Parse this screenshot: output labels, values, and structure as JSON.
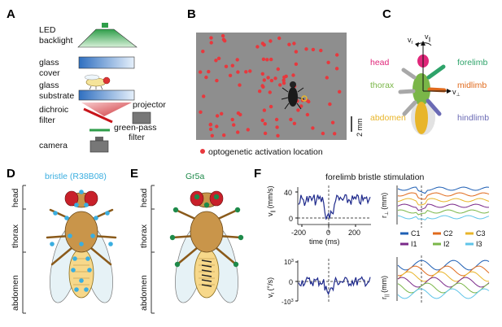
{
  "panels": {
    "A": {
      "letter": "A",
      "labels": {
        "led": "LED",
        "backlight": "backlight",
        "glass_cover_1": "glass",
        "glass_cover_2": "cover",
        "glass_substrate_1": "glass",
        "glass_substrate_2": "substrate",
        "dichroic_1": "dichroic",
        "dichroic_2": "filter",
        "projector": "projector",
        "green_pass_1": "green-pass",
        "green_pass_2": "filter",
        "camera": "camera"
      }
    },
    "B": {
      "letter": "B",
      "scale_bar": "2 mm",
      "legend": "optogenetic activation location",
      "colors": {
        "dot": "#e8383d",
        "background": "#8c8c8c"
      }
    },
    "C": {
      "letter": "C",
      "labels": {
        "v_r": "v",
        "v_r_sub": "r",
        "v_par": "v",
        "v_par_sub": "||",
        "v_perp": "v",
        "v_perp_sub": "⊥",
        "head": "head",
        "thorax": "thorax",
        "abdomen": "abdomen",
        "forelimb": "forelimb",
        "midlimb": "midlimb",
        "hindlimb": "hindlimb"
      },
      "colors": {
        "head": "#e0277a",
        "thorax": "#7ab648",
        "abdomen": "#e8b52a",
        "forelimb": "#2ea36a",
        "midlimb": "#e06a1c",
        "hindlimb": "#6b6bb5"
      }
    },
    "D": {
      "letter": "D",
      "title": "bristle (R38B08)",
      "body_labels": [
        "head",
        "thorax",
        "abdomen"
      ],
      "marker_color": "#3aaee0"
    },
    "E": {
      "letter": "E",
      "title": "Gr5a",
      "body_labels": [
        "head",
        "thorax",
        "abdomen"
      ],
      "marker_color": "#1e8a4a"
    },
    "F": {
      "letter": "F",
      "title": "forelimb bristle stimulation",
      "vpar_plot": {
        "ylabel": "v",
        "ylabel_sub": "||",
        "yunit": "(mm/s)",
        "yticks": [
          "40",
          "0"
        ],
        "xticks": [
          "-200",
          "0",
          "200"
        ],
        "xlabel": "time (ms)"
      },
      "vr_plot": {
        "ylabel": "v",
        "ylabel_sub": "r",
        "yunit": "(°/s)",
        "yticks_top": "10",
        "yticks_top_exp": "3",
        "yticks_mid": "0",
        "yticks_bot": "-10",
        "yticks_bot_exp": "3"
      },
      "rperp_plot": {
        "ylabel": "r",
        "ylabel_sub": "⊥",
        "yunit": "(mm)"
      },
      "rpar_plot": {
        "ylabel": "r",
        "ylabel_sub": "||",
        "yunit": "(mm)"
      },
      "legend": [
        {
          "name": "C1",
          "color": "#1f5fb4"
        },
        {
          "name": "C2",
          "color": "#e06a1c"
        },
        {
          "name": "C3",
          "color": "#e8b52a"
        },
        {
          "name": "I1",
          "color": "#7a2a8a"
        },
        {
          "name": "I2",
          "color": "#7ab648"
        },
        {
          "name": "I3",
          "color": "#5fc4e8"
        }
      ],
      "trace_color": "#1f2a8c"
    }
  }
}
